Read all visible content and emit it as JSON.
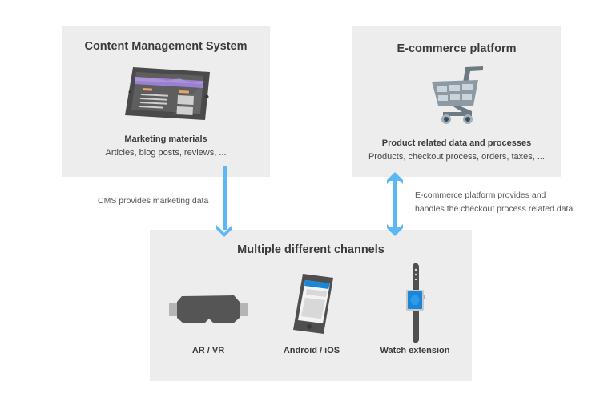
{
  "cms": {
    "title": "Content Management System",
    "icon": "tablet-icon",
    "subtitle": "Marketing materials",
    "description": "Articles, blog posts, reviews, ..."
  },
  "ecommerce": {
    "title": "E-commerce platform",
    "icon": "shopping-cart-icon",
    "subtitle": "Product related data and processes",
    "description": "Products, checkout process, orders, taxes, ..."
  },
  "channels": {
    "title": "Multiple different channels",
    "items": [
      {
        "label": "AR / VR",
        "icon": "vr-headset-icon"
      },
      {
        "label": "Android / iOS",
        "icon": "smartphone-icon"
      },
      {
        "label": "Watch extension",
        "icon": "smartwatch-icon"
      }
    ]
  },
  "connections": {
    "cms_to_channels": "CMS provides marketing data",
    "ecommerce_channels_line1": "E-commerce platform provides and",
    "ecommerce_channels_line2": "handles the checkout process related data"
  },
  "colors": {
    "box_background": "#ededed",
    "arrow": "#5bb8f5",
    "accent_purple": "#9b7fd1",
    "accent_blue": "#1a86d9"
  }
}
